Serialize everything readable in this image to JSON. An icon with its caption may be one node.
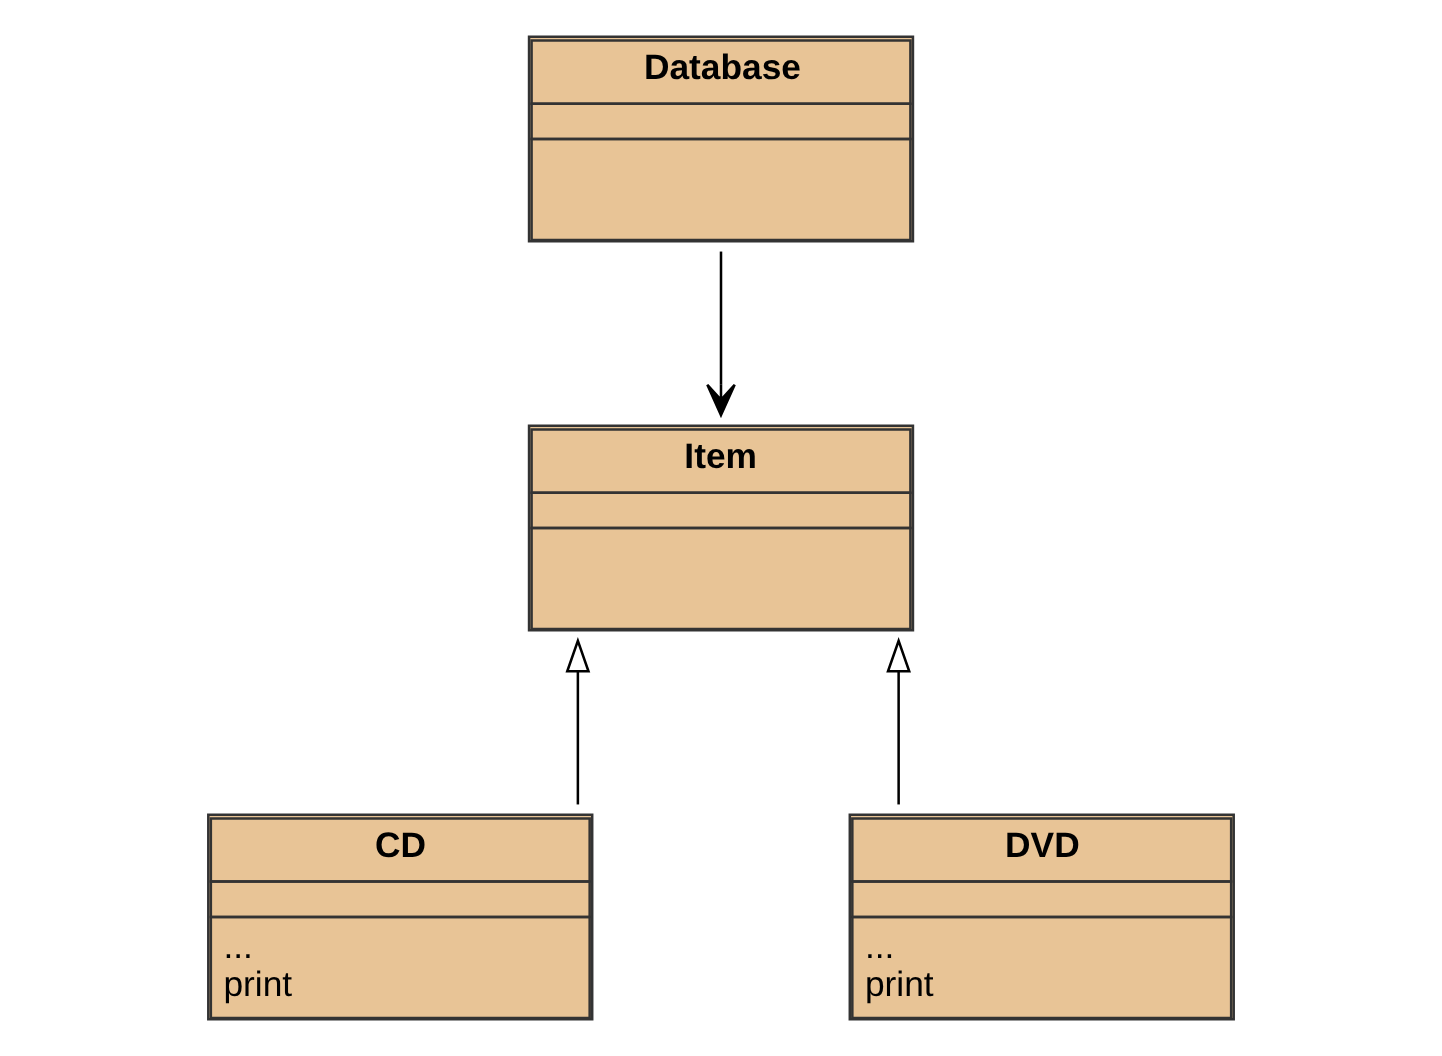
{
  "diagram": {
    "nodes": [
      {
        "text": [
          "Database"
        ]
      },
      {
        "text": [
          "Item"
        ]
      },
      {
        "text": [
          "CD",
          "...",
          "print"
        ]
      },
      {
        "text": [
          "DVD",
          "...",
          "print"
        ]
      }
    ],
    "edges": [
      {
        "from": 0,
        "to": 1,
        "arrow": "to"
      },
      {
        "from": 2,
        "to": 1,
        "arrow": "to"
      },
      {
        "from": 3,
        "to": 1,
        "arrow": "to"
      }
    ]
  }
}
